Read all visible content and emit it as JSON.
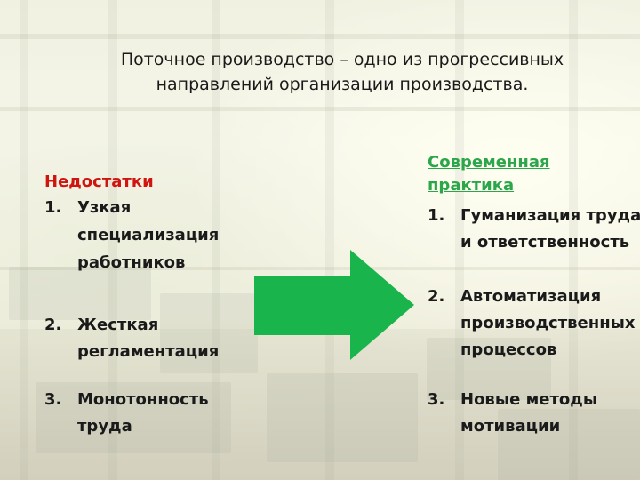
{
  "title": {
    "line1": "Поточное производство – одно из прогрессивных",
    "line2": "направлений организации производства."
  },
  "left": {
    "heading": "Недостатки",
    "items": [
      {
        "num": "1.",
        "lines": [
          "Узкая",
          "специализация",
          "работников"
        ]
      },
      {
        "num": "2.",
        "lines": [
          "Жесткая",
          "регламентация"
        ]
      },
      {
        "num": "3.",
        "lines": [
          "Монотонность",
          "труда"
        ]
      }
    ]
  },
  "right": {
    "heading_line1": "Современная",
    "heading_line2": "практика",
    "items": [
      {
        "num": "1.",
        "lines": [
          "Гуманизация труда",
          "и ответственность"
        ]
      },
      {
        "num": "2.",
        "lines": [
          "Автоматизация",
          "производственных",
          "процессов"
        ]
      },
      {
        "num": "3.",
        "lines": [
          "Новые методы",
          "мотивации"
        ]
      }
    ]
  },
  "colors": {
    "arrow": "#19b44b",
    "negative_heading": "#d0140f",
    "positive_heading": "#2ca64a"
  }
}
